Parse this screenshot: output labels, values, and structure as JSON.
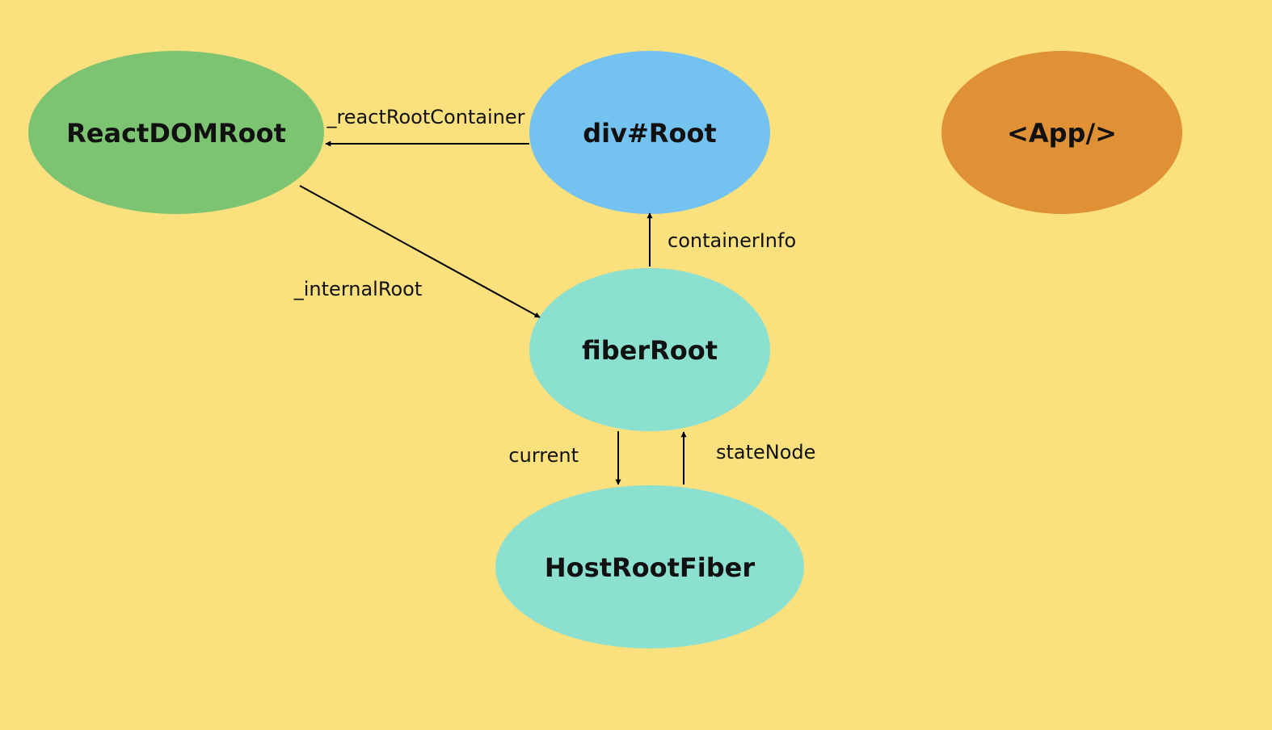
{
  "background": "#FAE17D",
  "nodes": {
    "react_dom_root": {
      "label": "ReactDOMRoot",
      "color": "#7DC472"
    },
    "div_root": {
      "label": "div#Root",
      "color": "#74C2F0"
    },
    "app": {
      "label": "<App/>",
      "color": "#E09136"
    },
    "fiber_root": {
      "label": "fiberRoot",
      "color": "#8BE0D0"
    },
    "host_root_fiber": {
      "label": "HostRootFiber",
      "color": "#8BE0D0"
    }
  },
  "edges": {
    "react_root_container": {
      "label": "_reactRootContainer"
    },
    "internal_root": {
      "label": "_internalRoot"
    },
    "container_info": {
      "label": "containerInfo"
    },
    "current": {
      "label": "current"
    },
    "state_node": {
      "label": "stateNode"
    }
  }
}
